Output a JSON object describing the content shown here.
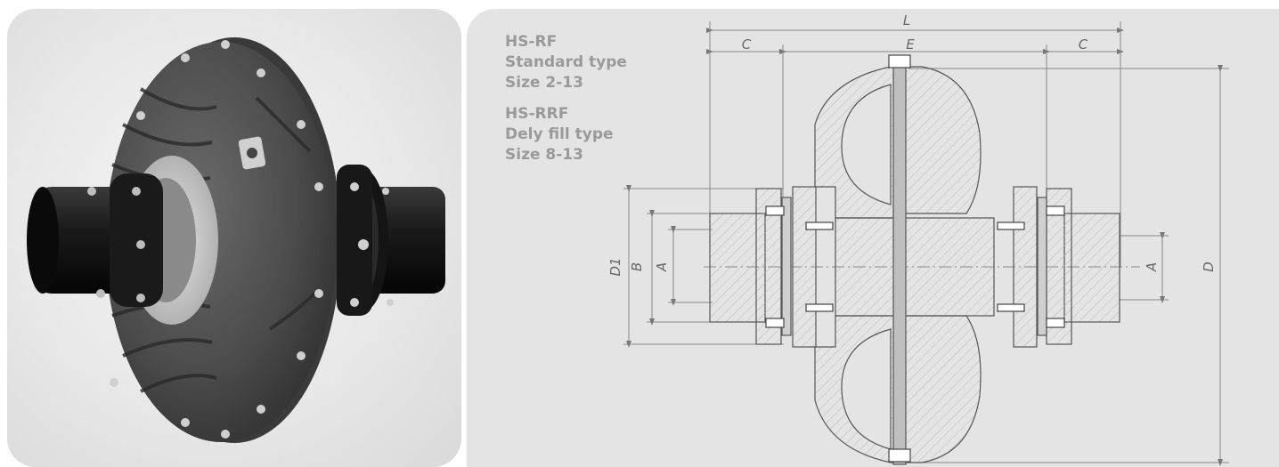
{
  "spec_labels": [
    {
      "lines": [
        "HS-RF",
        "Standard type",
        "Size 2-13"
      ]
    },
    {
      "lines": [
        "HS-RRF",
        "Dely fill type",
        "Size 8-13"
      ]
    }
  ],
  "dimensions": {
    "L": "L",
    "C_left": "C",
    "E": "E",
    "C_right": "C",
    "D1": "D1",
    "B": "B",
    "A_left": "A",
    "A_right": "A",
    "D": "D"
  },
  "colors": {
    "panel_left": "#e8e8e8",
    "panel_right": "#e4e4e4",
    "label_text": "#9a9a9a",
    "housing": "#4a4a4a",
    "hub": "#1c1c1c"
  }
}
